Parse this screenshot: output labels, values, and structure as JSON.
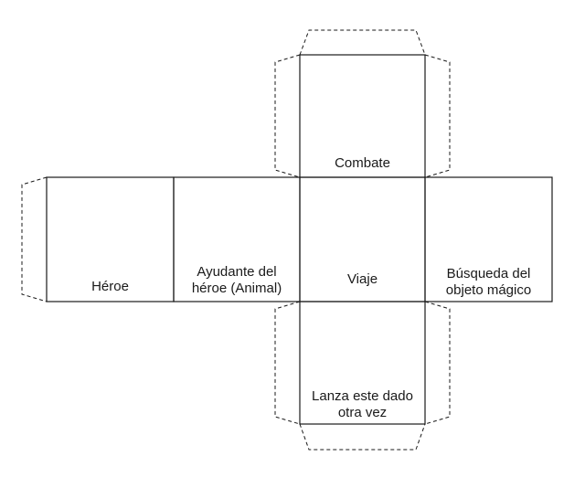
{
  "faces": {
    "top": "Combate",
    "left": "Héroe",
    "left_center": "Ayudante del\nhéroe (Animal)",
    "center": "Viaje",
    "right": "Búsqueda del\nobjeto mágico",
    "bottom": "Lanza este dado\notra vez"
  },
  "colors": {
    "line": "#1a1a1a",
    "background": "#ffffff"
  }
}
